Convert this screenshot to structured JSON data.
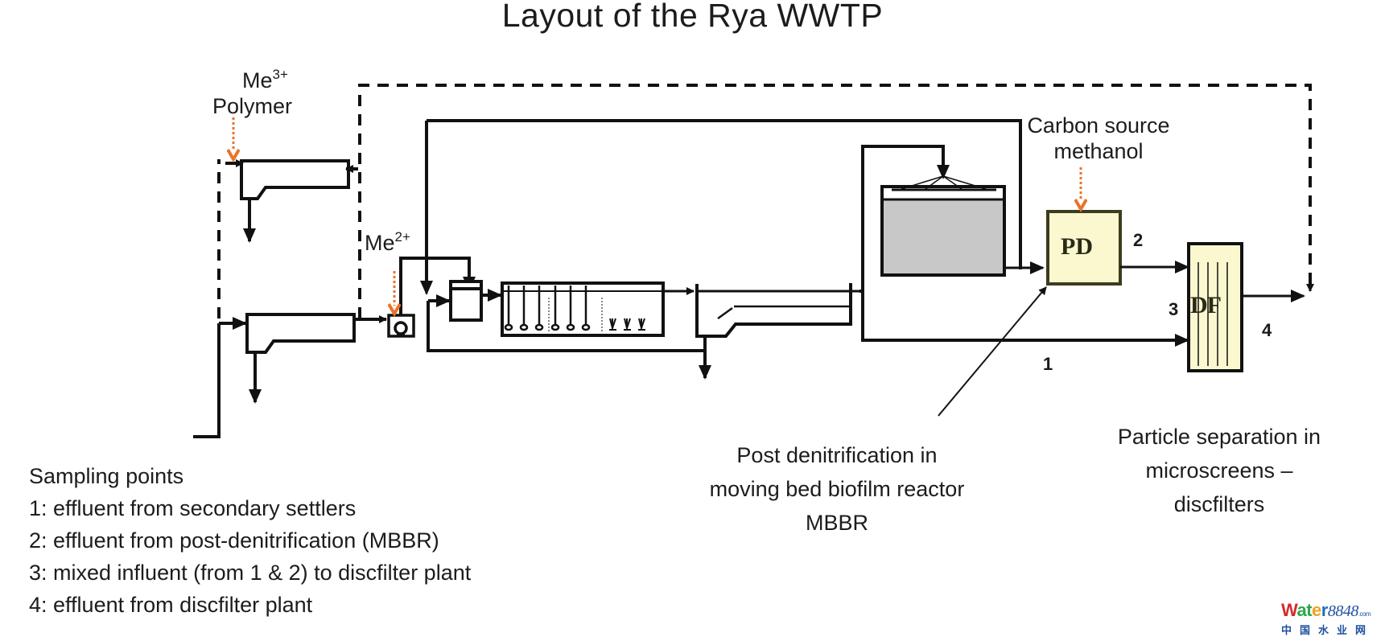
{
  "title": "Layout of the Rya WWTP",
  "chemical_dosing": {
    "primary": {
      "symbol": "Me",
      "charge": "3+",
      "label2": "Polymer"
    },
    "pre_aeration": {
      "symbol": "Me",
      "charge": "2+"
    },
    "post_denitrification": {
      "line1": "Carbon source",
      "line2": "methanol"
    }
  },
  "units": {
    "pd": "PD",
    "df": "DF"
  },
  "sampling_markers": [
    "1",
    "2",
    "3",
    "4"
  ],
  "annotations": {
    "mbbr": [
      "Post denitrification in",
      "moving bed biofilm reactor",
      "MBBR"
    ],
    "discfilter": [
      "Particle separation in",
      "microscreens –",
      "discfilters"
    ]
  },
  "legend": {
    "heading": "Sampling points",
    "items": [
      "1: effluent from secondary settlers",
      "2: effluent from post-denitrification (MBBR)",
      "3: mixed influent (from 1 & 2) to discfilter plant",
      "4: effluent from discfilter plant"
    ]
  },
  "watermark": {
    "brand_parts": [
      "W",
      "at",
      "e",
      "r"
    ],
    "brand_number": "8848",
    "brand_suffix": ".com",
    "chinese": "中国水业网"
  },
  "colors": {
    "line": "#111111",
    "dosing_arrow": "#e8742a",
    "pd_fill": "#fbf8cf",
    "pd_border": "#3c3c1e",
    "mbbr_fill": "#c8c8c8"
  }
}
